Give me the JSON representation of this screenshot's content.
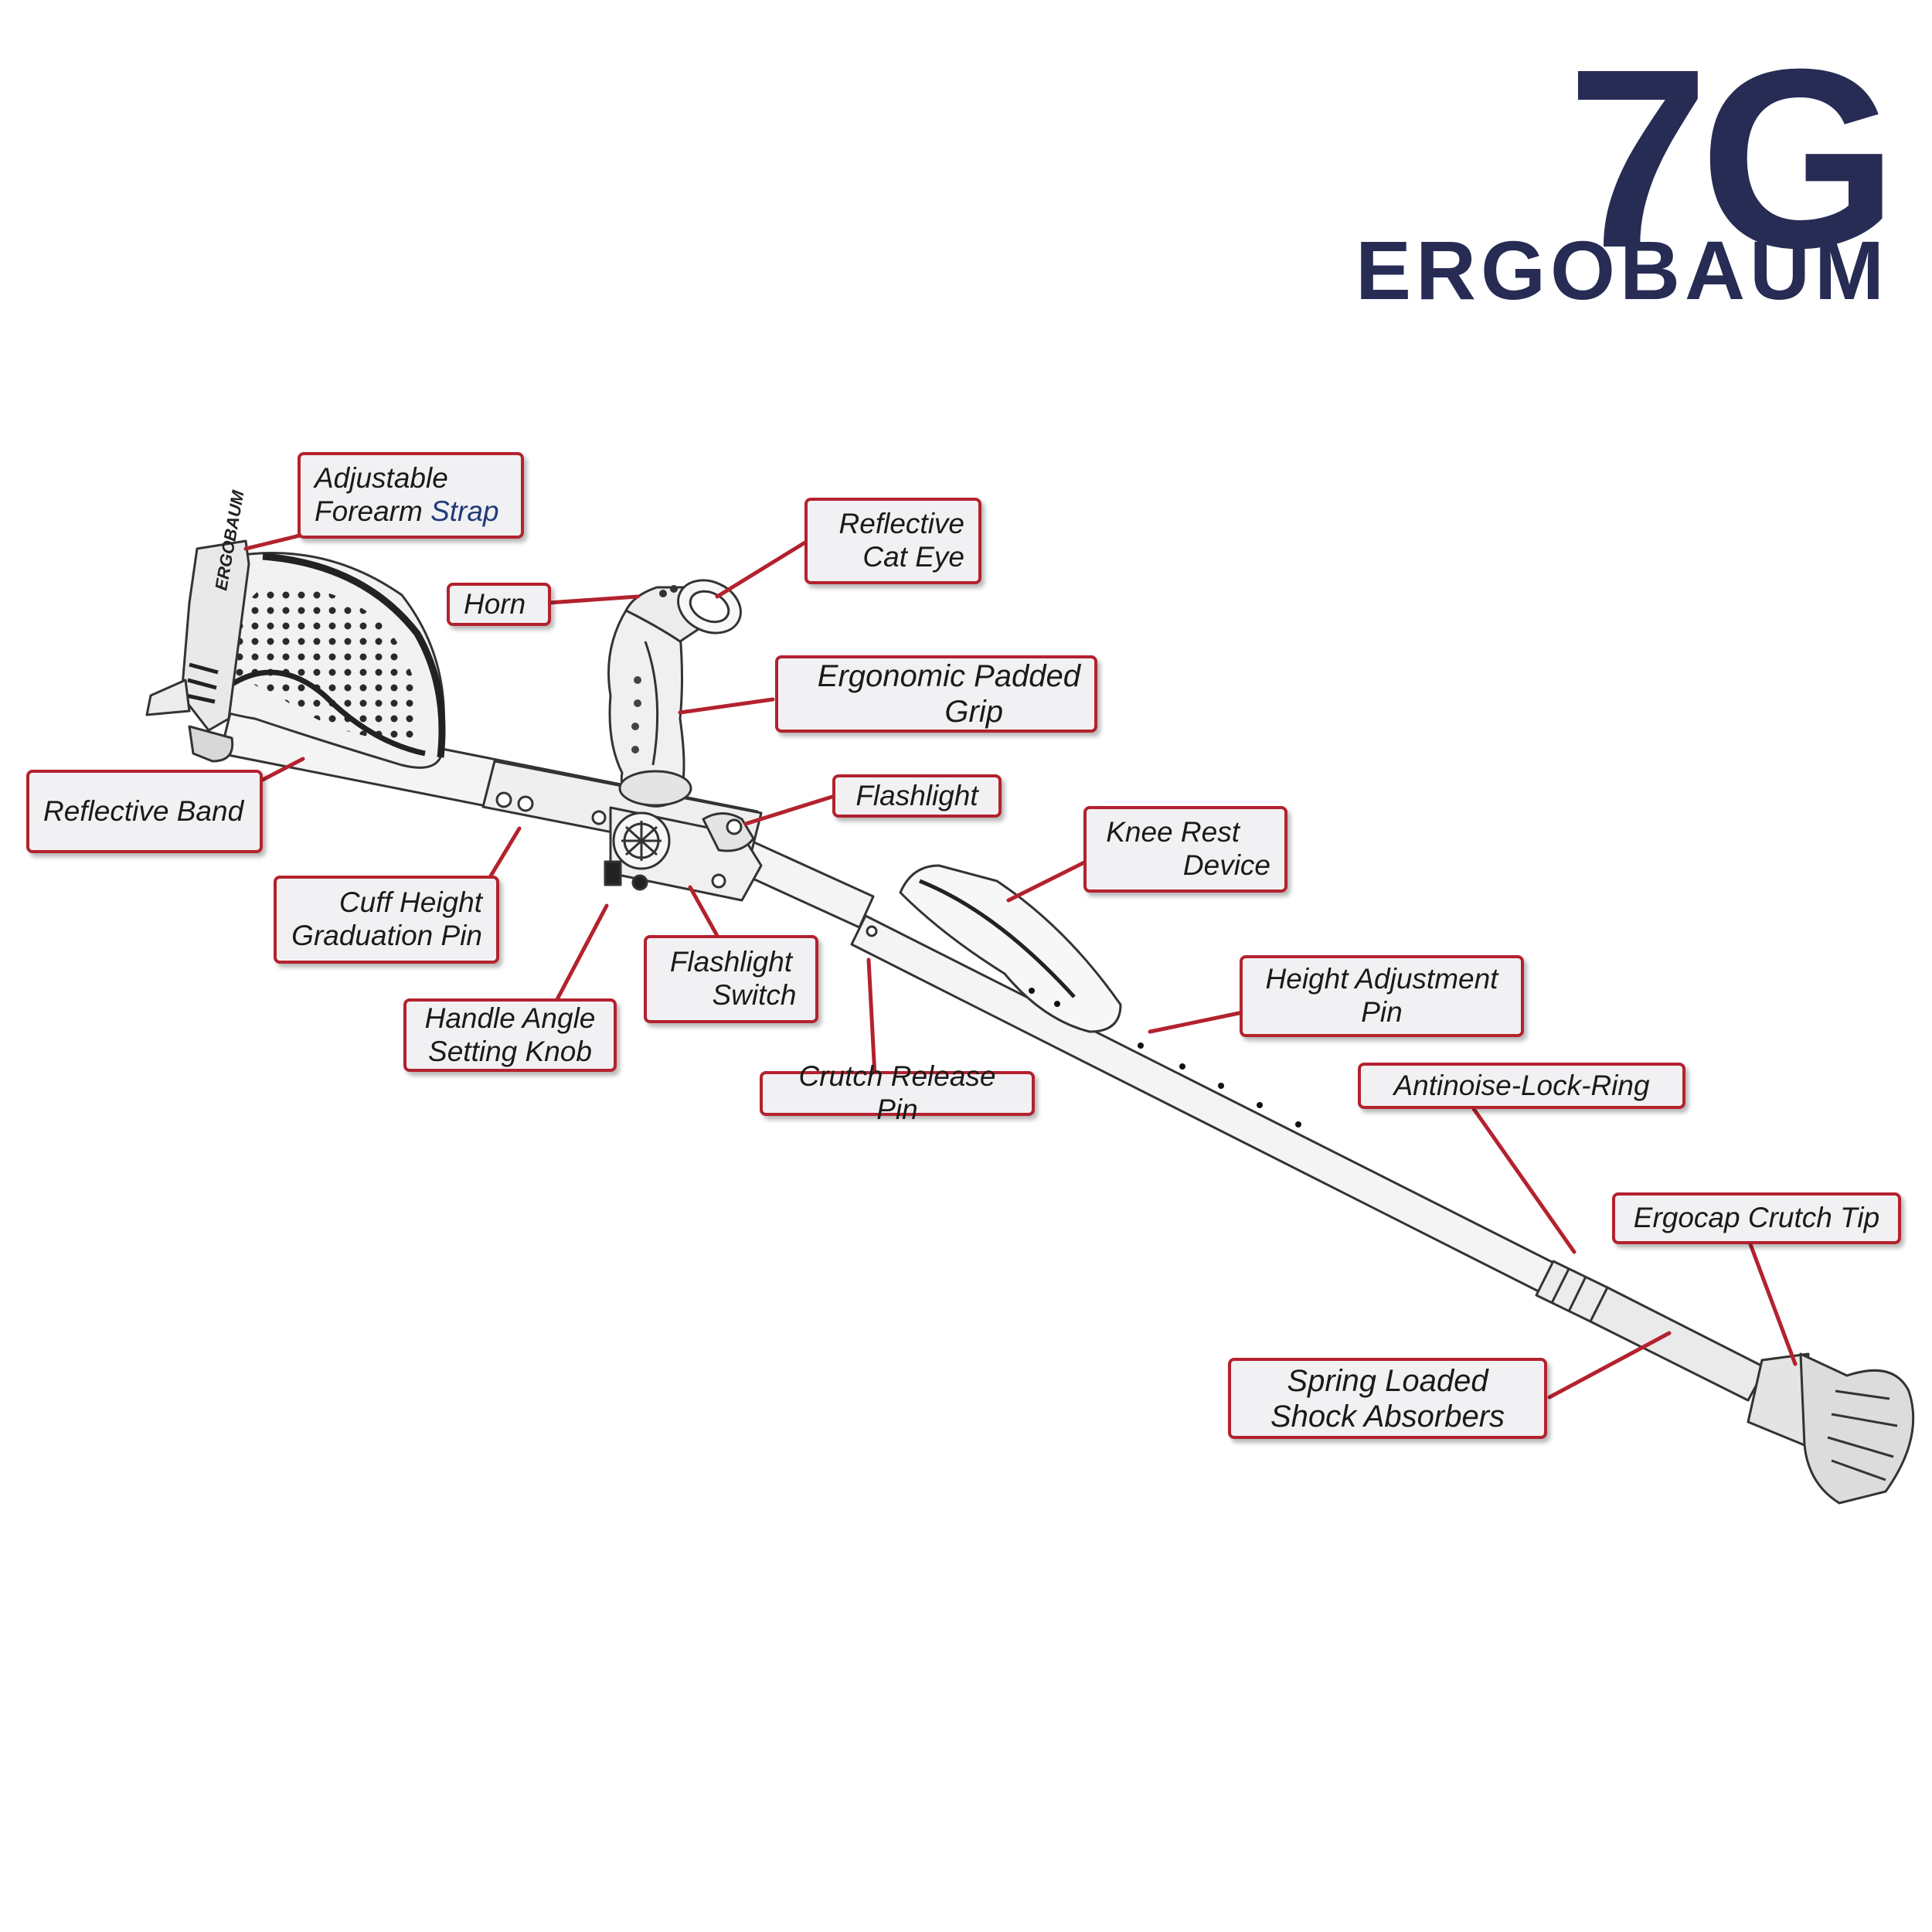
{
  "brand": {
    "model": "7G",
    "name": "ERGOBAUM",
    "color": "#272c55"
  },
  "colors": {
    "callout_border": "#b3222e",
    "callout_fill": "#f1f1f3",
    "outline": "#333333"
  },
  "device_marking": "ERGOBAUM",
  "labels": {
    "adjustable_forearm_strap": {
      "line1": "Adjustable",
      "line2a": "Forearm",
      "line2b": "Strap"
    },
    "reflective_cat_eye": {
      "line1": "Reflective",
      "line2": "Cat Eye"
    },
    "horn": {
      "line1": "Horn"
    },
    "ergonomic_padded_grip": {
      "line1": "Ergonomic Padded",
      "line2": "Grip"
    },
    "flashlight": {
      "line1": "Flashlight"
    },
    "reflective_band": {
      "line1": "Reflective Band"
    },
    "knee_rest_device": {
      "line1": "Knee Rest",
      "line2": "Device"
    },
    "cuff_height_graduation_pin": {
      "line1": "Cuff Height",
      "line2": "Graduation Pin"
    },
    "flashlight_switch": {
      "line1": "Flashlight",
      "line2": "Switch"
    },
    "handle_angle_setting_knob": {
      "line1": "Handle Angle",
      "line2": "Setting Knob"
    },
    "height_adjustment_pin": {
      "line1": "Height Adjustment",
      "line2": "Pin"
    },
    "crutch_release_pin": {
      "line1": "Crutch Release Pin"
    },
    "antinoise_lock_ring": {
      "line1": "Antinoise-Lock-Ring"
    },
    "ergocap_crutch_tip": {
      "line1": "Ergocap Crutch Tip"
    },
    "spring_loaded_shock_absorbers": {
      "line1": "Spring Loaded",
      "line2": "Shock Absorbers"
    }
  }
}
